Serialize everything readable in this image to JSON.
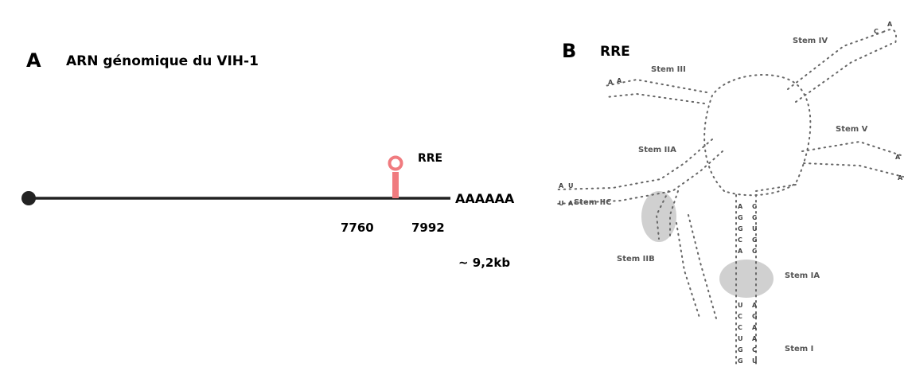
{
  "panel_a": {
    "letter": "A",
    "title": "ARN génomique du VIH-1",
    "rre_label": "RRE",
    "polya": "AAAAAA",
    "start_pos": "7760",
    "end_pos": "7992",
    "length": "~ 9,2kb",
    "colors": {
      "line": "#222222",
      "rre": "#f07b7f"
    }
  },
  "panel_b": {
    "letter": "B",
    "title": "RRE",
    "stems": [
      "Stem IV",
      "Stem III",
      "Stem V",
      "Stem IIA",
      "Stem IIC",
      "Stem IIB",
      "Stem IA",
      "Stem I"
    ],
    "highlight_color": "#c8c8c8"
  }
}
